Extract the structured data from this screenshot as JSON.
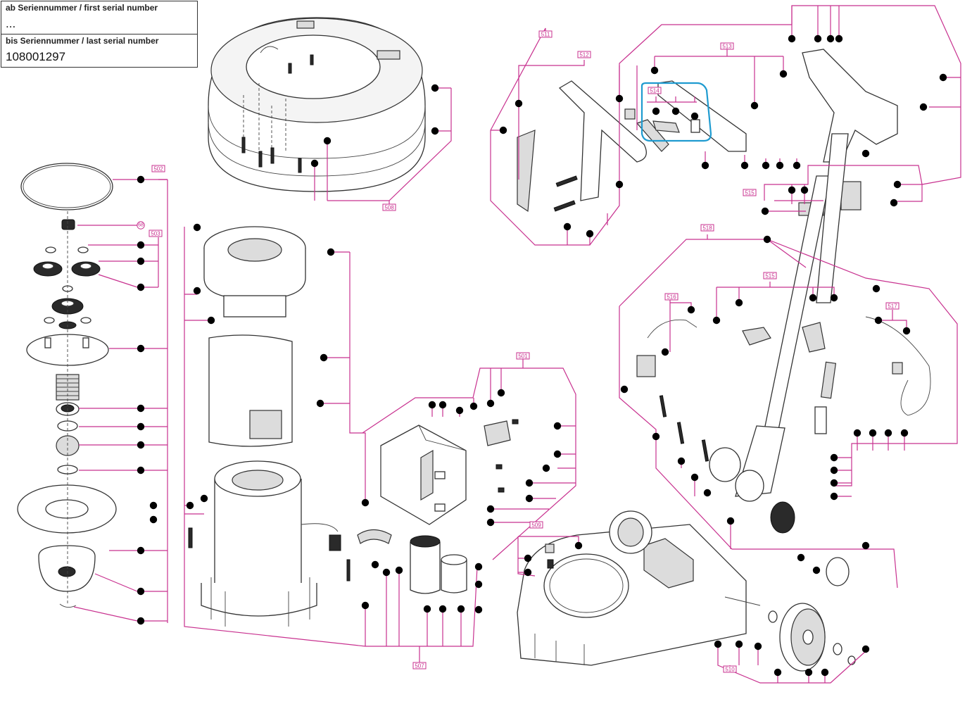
{
  "serial_box": {
    "first_label": "ab Seriennummer / first serial number",
    "first_value": "...",
    "last_label": "bis Seriennummer / last serial number",
    "last_value": "108001297"
  },
  "group_tags": [
    "502",
    "503",
    "508",
    "511",
    "512",
    "513",
    "514",
    "515",
    "515",
    "516",
    "517",
    "518",
    "501",
    "509",
    "507",
    "510"
  ],
  "numbered_callouts": [
    "68"
  ],
  "colors": {
    "callout": "#c8318f",
    "highlight": "#1f9bd0",
    "line_art": "#333333"
  }
}
